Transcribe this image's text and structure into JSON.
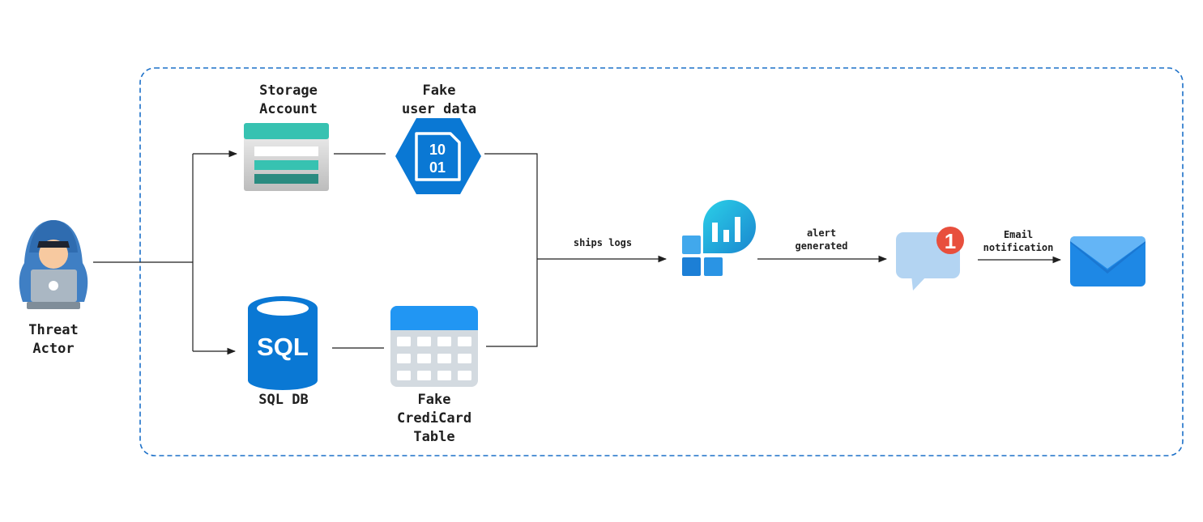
{
  "labels": {
    "threat_actor": "Threat\nActor",
    "storage_account": "Storage\nAccount",
    "fake_user_data": "Fake\nuser data",
    "sql_db": "SQL DB",
    "fake_creditcard_table": "Fake\nCrediCard\nTable",
    "ships_logs": "ships logs",
    "alert_generated": "alert\ngenerated",
    "email_notification": "Email\nnotification"
  },
  "icons": {
    "threat_actor": "hooded-hacker-icon",
    "storage_account": "azure-storage-account-icon",
    "fake_user_data": "binary-data-file-icon",
    "sql_db": "sql-database-icon",
    "fake_creditcard_table": "table-grid-icon",
    "log_analytics": "log-analytics-workspace-icon",
    "alert": "chat-notification-badge-icon",
    "email": "email-envelope-icon"
  },
  "icon_text": {
    "binary": "10\n01",
    "sql": "SQL",
    "badge": "1"
  },
  "colors": {
    "boundary": "#1c70c8",
    "azure_blue": "#0a78d4",
    "teal": "#37c2b1",
    "badge_red": "#e84f3d"
  }
}
